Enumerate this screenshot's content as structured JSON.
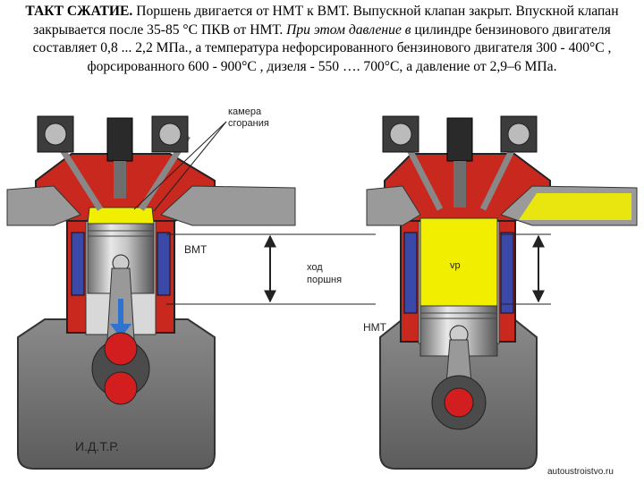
{
  "caption": {
    "stroke_title": "ТАКТ СЖАТИЕ.",
    "text1": " Поршень двигается от НМТ к ВМТ. Выпускной клапан закрыт. Впускной клапан закрывается после 35-85 °С ПКВ от НМТ. ",
    "italic": "При этом давление в",
    "text2": " цилиндре бензинового двигателя составляет 0,8 ... 2,2 МПа., а температура нефорсированного бензинового двигателя 300 - 400°С , форсированного 600 - 900°С , дизеля - 550 …. 700°С, а давление от 2,9–6 МПа."
  },
  "labels": {
    "chamber": "камера\nсгорания",
    "tdc": "ВМТ",
    "stroke": "ход\nпоршня",
    "bdc": "НМТ",
    "vr": "vр",
    "author": "И.Д.Т.Р.",
    "watermark": "autoustroistvo.ru"
  },
  "colors": {
    "body_red": "#c8281e",
    "water_jacket": "#3a48a8",
    "crankcase": "#7a7a7a",
    "compressed_mixture": "#f2ee00",
    "crank_pin": "#d21e1e",
    "arrow_blue": "#2f73d0"
  }
}
